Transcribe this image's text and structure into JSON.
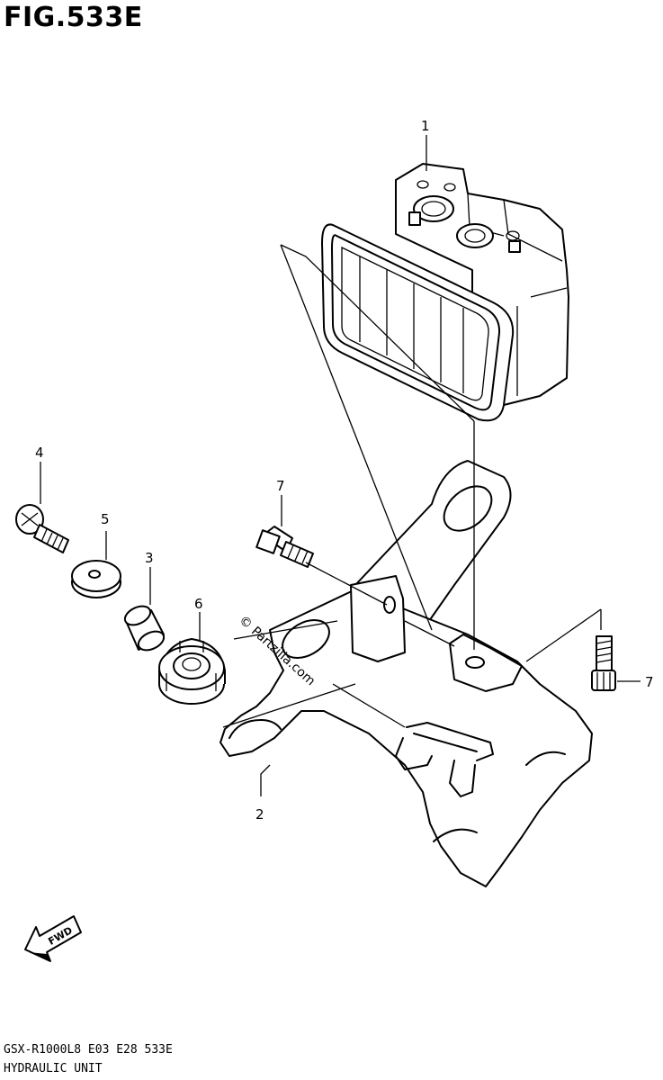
{
  "figure": {
    "title": "FIG.533E",
    "model_code": "GSX-R1000L8  E03  E28  533E",
    "section_name": "HYDRAULIC UNIT",
    "watermark": "© Partzilla.com",
    "fwd_label": "FWD"
  },
  "callouts": {
    "c1": "1",
    "c2": "2",
    "c3": "3",
    "c4": "4",
    "c5": "5",
    "c6": "6",
    "c7a": "7",
    "c7b": "7"
  }
}
